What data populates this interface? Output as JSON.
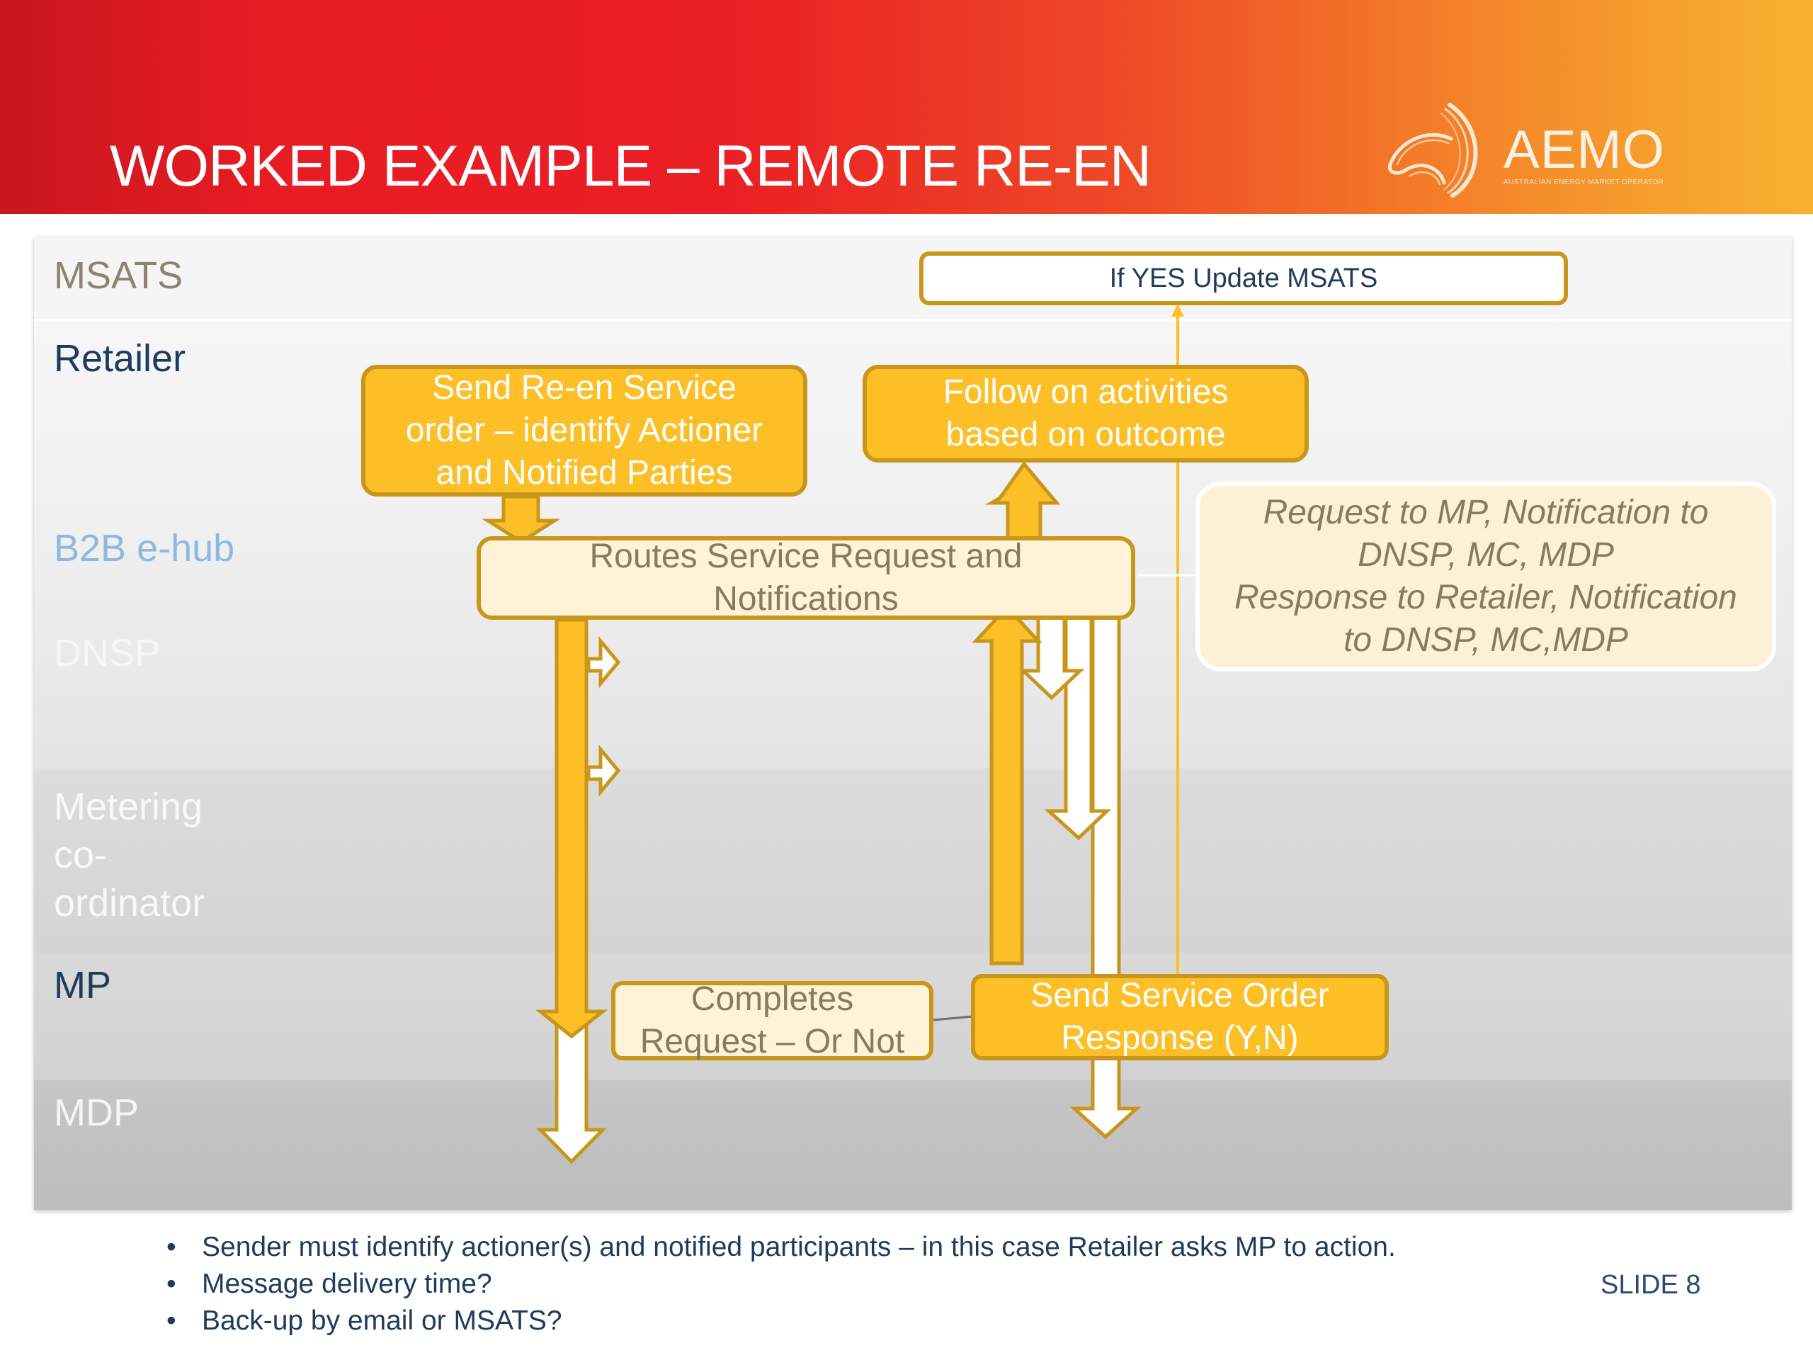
{
  "header": {
    "title": "WORKED EXAMPLE – REMOTE RE-EN",
    "logo": {
      "icon": "aemo-swirl-logo-icon",
      "word": "AEMO",
      "tagline": "AUSTRALIAN ENERGY MARKET OPERATOR"
    }
  },
  "colors": {
    "yellow_fill": "#fdbf26",
    "yellow_border": "#c8961a",
    "cream_fill": "#fff2d6",
    "navy_text": "#1f3b5c",
    "header_red": "#e81c23",
    "header_orange": "#f8b031"
  },
  "lanes": [
    {
      "label": "MSATS"
    },
    {
      "label": "Retailer"
    },
    {
      "label": "B2B e-hub"
    },
    {
      "label": "DNSP"
    },
    {
      "label": "Metering co-ordinator"
    },
    {
      "label": "MP"
    },
    {
      "label": "MDP"
    }
  ],
  "lane_label_lines": {
    "metering": [
      "Metering",
      "co-",
      "ordinator"
    ]
  },
  "boxes": {
    "update_msats": "If YES Update MSATS",
    "send_reen": [
      "Send Re-en Service",
      "order – identify Actioner",
      "and Notified Parties"
    ],
    "follow_on": [
      "Follow on activities",
      "based on outcome"
    ],
    "routes": [
      "Routes Service Request and",
      "Notifications"
    ],
    "completes": [
      "Completes",
      "Request – Or Not"
    ],
    "send_response": [
      "Send Service Order",
      "Response (Y,N)"
    ]
  },
  "callout": {
    "lines": [
      "Request to MP, Notification to",
      "DNSP, MC, MDP",
      "Response to Retailer, Notification",
      "to DNSP, MC,MDP"
    ]
  },
  "arrows": [
    {
      "name": "retailer-to-hub-arrow",
      "from": "Send Re-en Service order",
      "to": "B2B e-hub",
      "direction": "down",
      "style": "yellow"
    },
    {
      "name": "hub-to-mp-arrow",
      "from": "B2B e-hub",
      "to": "MP",
      "direction": "down",
      "style": "yellow"
    },
    {
      "name": "notify-dnsp-arrow",
      "to": "DNSP",
      "direction": "right",
      "style": "white"
    },
    {
      "name": "notify-mc-arrow",
      "to": "Metering co-ordinator",
      "direction": "right",
      "style": "white"
    },
    {
      "name": "notify-mdp-arrow",
      "to": "MDP",
      "direction": "down",
      "style": "white"
    },
    {
      "name": "mp-response-to-hub-arrow",
      "from": "MP",
      "to": "B2B e-hub",
      "direction": "up",
      "style": "yellow"
    },
    {
      "name": "hub-to-retailer-arrow",
      "from": "B2B e-hub",
      "to": "Follow on activities",
      "direction": "up",
      "style": "yellow"
    },
    {
      "name": "response-notify-dnsp-arrow",
      "to": "DNSP",
      "direction": "down",
      "style": "white"
    },
    {
      "name": "response-notify-mc-arrow",
      "to": "Metering co-ordinator",
      "direction": "down",
      "style": "white"
    },
    {
      "name": "response-notify-mdp-arrow",
      "to": "MDP",
      "direction": "down",
      "style": "white"
    },
    {
      "name": "msats-update-line",
      "to": "If YES Update MSATS",
      "direction": "up",
      "style": "thin"
    }
  ],
  "footer": {
    "bullets": [
      "Sender must identify actioner(s) and notified participants – in this case Retailer asks MP to action.",
      "Message delivery time?",
      "Back-up by email or MSATS?"
    ],
    "bullet_glyph": "•",
    "slide_number": "SLIDE 8"
  }
}
